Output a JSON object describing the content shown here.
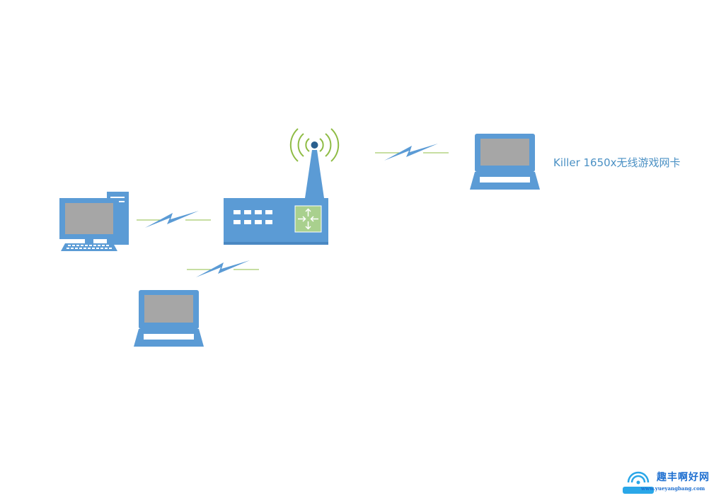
{
  "device_label": "Killer 1650x无线游戏网卡",
  "watermark": {
    "title": "趣丰啊好网",
    "url": "www.yueyangbang.com"
  },
  "colors": {
    "device_blue": "#5b9bd5",
    "screen_gray": "#a6a6a6",
    "signal_green": "#8fbc45",
    "label_blue": "#4a90c4",
    "watermark_blue": "#1e6fd0"
  },
  "icons": [
    "desktop-computer-icon",
    "router-icon",
    "antenna-icon",
    "laptop-icon",
    "wireless-link-icon"
  ]
}
